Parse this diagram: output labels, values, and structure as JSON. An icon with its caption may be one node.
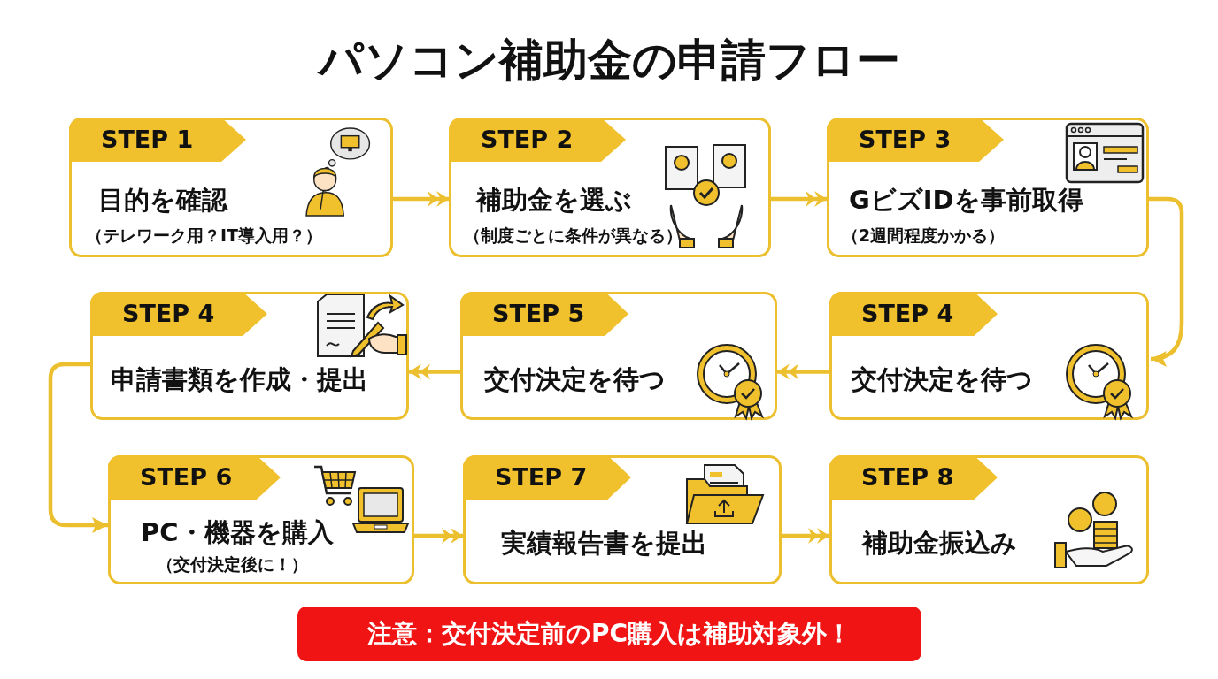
{
  "diagram": {
    "title": "パソコン補助金の申請フロー",
    "nodes": [
      {
        "text": [
          "STEP 1",
          "目的を確認",
          "（テレワーク用？IT導入用？）"
        ]
      },
      {
        "text": [
          "STEP 2",
          "補助金を選ぶ",
          "（制度ごとに条件が異なる）"
        ]
      },
      {
        "text": [
          "STEP 3",
          "GビズIDを事前取得",
          "（2週間程度かかる）"
        ]
      },
      {
        "text": [
          "STEP 4",
          "申請書類を作成・提出"
        ]
      },
      {
        "text": [
          "STEP 5",
          "交付決定を待つ"
        ]
      },
      {
        "text": [
          "STEP 4",
          "交付決定を待つ"
        ]
      },
      {
        "text": [
          "STEP 6",
          "PC・機器を購入",
          "（交付決定後に！）"
        ]
      },
      {
        "text": [
          "STEP 7",
          "実績報告書を提出"
        ]
      },
      {
        "text": [
          "STEP 8",
          "補助金振込み"
        ]
      },
      {
        "text": [
          "注意：交付決定前のPC購入は補助対象外！"
        ]
      }
    ],
    "edges": [
      {
        "from": 0,
        "to": 1,
        "arrow": "to"
      },
      {
        "from": 1,
        "to": 2,
        "arrow": "to"
      },
      {
        "from": 2,
        "to": 5,
        "arrow": "to"
      },
      {
        "from": 5,
        "to": 4,
        "arrow": "to"
      },
      {
        "from": 4,
        "to": 3,
        "arrow": "to"
      },
      {
        "from": 3,
        "to": 6,
        "arrow": "to"
      },
      {
        "from": 6,
        "to": 7,
        "arrow": "to"
      },
      {
        "from": 7,
        "to": 8,
        "arrow": "to"
      }
    ]
  }
}
